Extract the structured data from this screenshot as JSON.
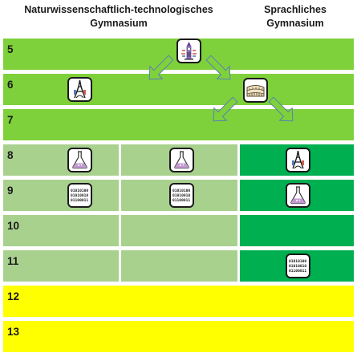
{
  "headers": {
    "left": [
      "Naturwissenschaftlich-technologisches",
      "Gymnasium"
    ],
    "right": [
      "Sprachliches",
      "Gymnasium"
    ]
  },
  "grades": [
    "5",
    "6",
    "7",
    "8",
    "9",
    "10",
    "11",
    "12",
    "13"
  ],
  "colors": {
    "bright_green": "#7fd13b",
    "pale_green": "#a9d18e",
    "dark_green": "#00b050",
    "yellow": "#ffff00",
    "separator": "#ffffff",
    "arrow": "#7fd13b"
  },
  "icons": {
    "grade5_center": "big-ben-icon",
    "grade6_left": "eiffel-tower-icon",
    "grade6_right": "colosseum-icon",
    "grade8_left": "flask-icon",
    "grade8_mid": "flask-icon",
    "grade8_right": "eiffel-tower-icon",
    "grade9_left": "binary-code-icon",
    "grade9_mid": "binary-code-icon",
    "grade9_right": "flask-icon",
    "grade11_right": "binary-code-icon"
  }
}
